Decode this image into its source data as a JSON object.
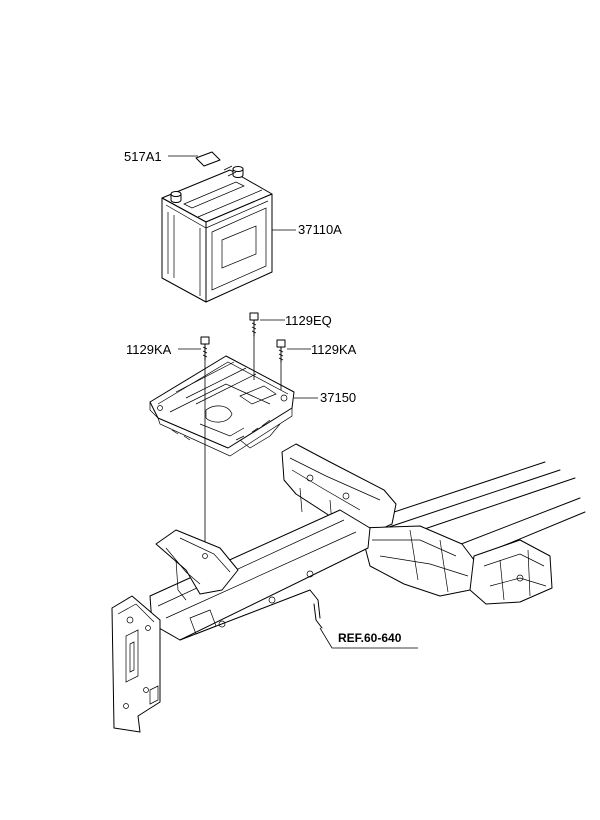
{
  "diagram": {
    "title": "Battery & Tray Assembly",
    "parts": [
      {
        "id": "label",
        "number": "517A1"
      },
      {
        "id": "battery",
        "number": "37110A"
      },
      {
        "id": "bolt-center",
        "number": "1129EQ"
      },
      {
        "id": "bolt-left",
        "number": "1129KA"
      },
      {
        "id": "bolt-right",
        "number": "1129KA"
      },
      {
        "id": "tray",
        "number": "37150"
      }
    ],
    "reference": "REF.60-640"
  }
}
